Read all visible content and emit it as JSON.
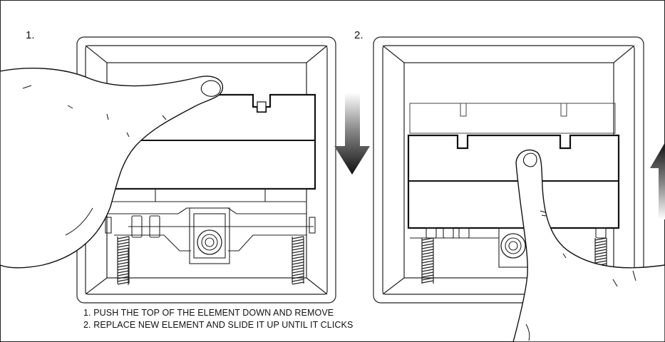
{
  "steps": [
    {
      "number": "1."
    },
    {
      "number": "2."
    }
  ],
  "instructions": [
    "1. PUSH THE TOP OF THE ELEMENT DOWN AND REMOVE",
    "2. REPLACE NEW ELEMENT AND SLIDE IT UP  UNTIL IT CLICKS"
  ],
  "icons": {
    "down": "down-arrow-icon",
    "up": "up-arrow-icon"
  }
}
